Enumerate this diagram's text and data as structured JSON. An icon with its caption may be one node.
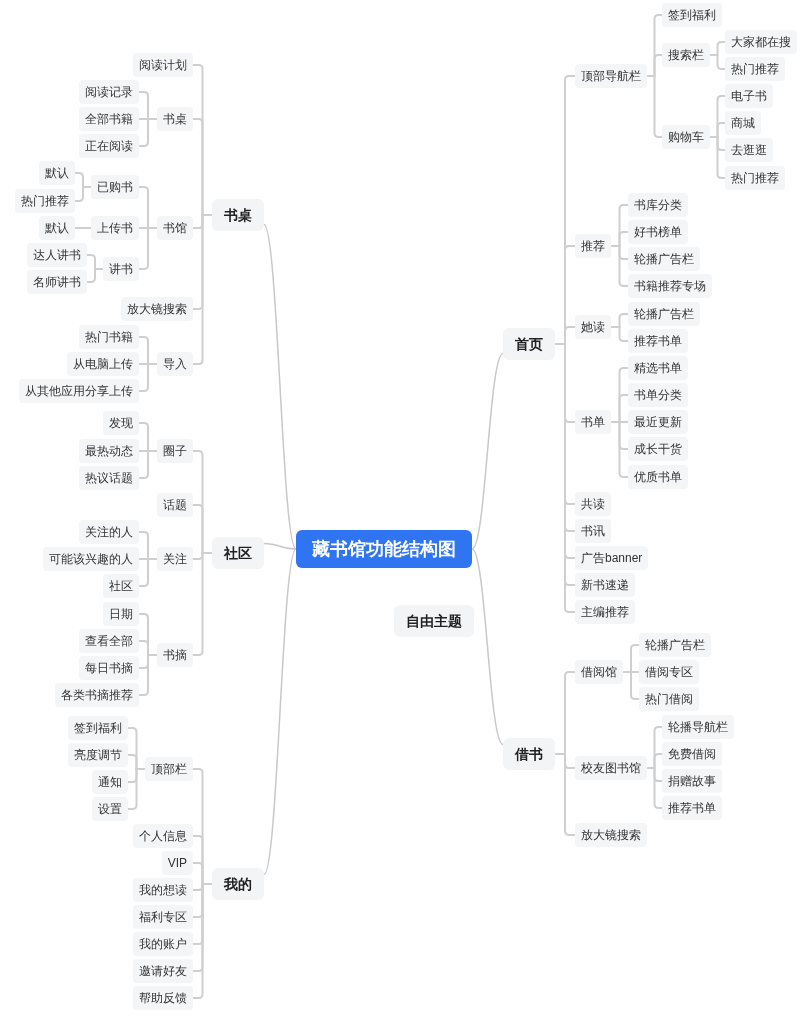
{
  "diagram": {
    "nodes": [
      {
        "text": [
          "藏书馆功能结构图"
        ]
      },
      {
        "text": [
          "书桌"
        ]
      },
      {
        "text": [
          "阅读计划"
        ]
      },
      {
        "text": [
          "书桌"
        ]
      },
      {
        "text": [
          "阅读记录"
        ]
      },
      {
        "text": [
          "全部书籍"
        ]
      },
      {
        "text": [
          "正在阅读"
        ]
      },
      {
        "text": [
          "书馆"
        ]
      },
      {
        "text": [
          "已购书"
        ]
      },
      {
        "text": [
          "默认"
        ]
      },
      {
        "text": [
          "热门推荐"
        ]
      },
      {
        "text": [
          "上传书"
        ]
      },
      {
        "text": [
          "默认"
        ]
      },
      {
        "text": [
          "讲书"
        ]
      },
      {
        "text": [
          "达人讲书"
        ]
      },
      {
        "text": [
          "名师讲书"
        ]
      },
      {
        "text": [
          "放大镜搜索"
        ]
      },
      {
        "text": [
          "导入"
        ]
      },
      {
        "text": [
          "热门书籍"
        ]
      },
      {
        "text": [
          "从电脑上传"
        ]
      },
      {
        "text": [
          "从其他应用分享上传"
        ]
      },
      {
        "text": [
          "社区"
        ]
      },
      {
        "text": [
          "圈子"
        ]
      },
      {
        "text": [
          "发现"
        ]
      },
      {
        "text": [
          "最热动态"
        ]
      },
      {
        "text": [
          "热议话题"
        ]
      },
      {
        "text": [
          "话题"
        ]
      },
      {
        "text": [
          "关注"
        ]
      },
      {
        "text": [
          "关注的人"
        ]
      },
      {
        "text": [
          "可能该兴趣的人"
        ]
      },
      {
        "text": [
          "社区"
        ]
      },
      {
        "text": [
          "书摘"
        ]
      },
      {
        "text": [
          "日期"
        ]
      },
      {
        "text": [
          "查看全部"
        ]
      },
      {
        "text": [
          "每日书摘"
        ]
      },
      {
        "text": [
          "各类书摘推荐"
        ]
      },
      {
        "text": [
          "我的"
        ]
      },
      {
        "text": [
          "顶部栏"
        ]
      },
      {
        "text": [
          "签到福利"
        ]
      },
      {
        "text": [
          "亮度调节"
        ]
      },
      {
        "text": [
          "通知"
        ]
      },
      {
        "text": [
          "设置"
        ]
      },
      {
        "text": [
          "个人信息"
        ]
      },
      {
        "text": [
          "VIP"
        ]
      },
      {
        "text": [
          "我的想读"
        ]
      },
      {
        "text": [
          "福利专区"
        ]
      },
      {
        "text": [
          "我的账户"
        ]
      },
      {
        "text": [
          "邀请好友"
        ]
      },
      {
        "text": [
          "帮助反馈"
        ]
      },
      {
        "text": [
          "首页"
        ]
      },
      {
        "text": [
          "顶部导航栏"
        ]
      },
      {
        "text": [
          "签到福利"
        ]
      },
      {
        "text": [
          "搜索栏"
        ]
      },
      {
        "text": [
          "大家都在搜"
        ]
      },
      {
        "text": [
          "热门推荐"
        ]
      },
      {
        "text": [
          "购物车"
        ]
      },
      {
        "text": [
          "电子书"
        ]
      },
      {
        "text": [
          "商城"
        ]
      },
      {
        "text": [
          "去逛逛"
        ]
      },
      {
        "text": [
          "热门推荐"
        ]
      },
      {
        "text": [
          "推荐"
        ]
      },
      {
        "text": [
          "书库分类"
        ]
      },
      {
        "text": [
          "好书榜单"
        ]
      },
      {
        "text": [
          "轮播广告栏"
        ]
      },
      {
        "text": [
          "书籍推荐专场"
        ]
      },
      {
        "text": [
          "她读"
        ]
      },
      {
        "text": [
          "轮播广告栏"
        ]
      },
      {
        "text": [
          "推荐书单"
        ]
      },
      {
        "text": [
          "书单"
        ]
      },
      {
        "text": [
          "精选书单"
        ]
      },
      {
        "text": [
          "书单分类"
        ]
      },
      {
        "text": [
          "最近更新"
        ]
      },
      {
        "text": [
          "成长干货"
        ]
      },
      {
        "text": [
          "优质书单"
        ]
      },
      {
        "text": [
          "共读"
        ]
      },
      {
        "text": [
          "书讯"
        ]
      },
      {
        "text": [
          "广告banner"
        ]
      },
      {
        "text": [
          "新书速递"
        ]
      },
      {
        "text": [
          "主编推荐"
        ]
      },
      {
        "text": [
          "自由主题"
        ]
      },
      {
        "text": [
          "借书"
        ]
      },
      {
        "text": [
          "借阅馆"
        ]
      },
      {
        "text": [
          "轮播广告栏"
        ]
      },
      {
        "text": [
          "借阅专区"
        ]
      },
      {
        "text": [
          "热门借阅"
        ]
      },
      {
        "text": [
          "校友图书馆"
        ]
      },
      {
        "text": [
          "轮播导航栏"
        ]
      },
      {
        "text": [
          "免费借阅"
        ]
      },
      {
        "text": [
          "捐赠故事"
        ]
      },
      {
        "text": [
          "推荐书单"
        ]
      },
      {
        "text": [
          "放大镜搜索"
        ]
      }
    ],
    "edges": [
      {
        "from": 0,
        "to": 1,
        "arrow": "none"
      },
      {
        "from": 1,
        "to": 2,
        "arrow": "none"
      },
      {
        "from": 1,
        "to": 3,
        "arrow": "none"
      },
      {
        "from": 3,
        "to": 4,
        "arrow": "none"
      },
      {
        "from": 3,
        "to": 5,
        "arrow": "none"
      },
      {
        "from": 3,
        "to": 6,
        "arrow": "none"
      },
      {
        "from": 1,
        "to": 7,
        "arrow": "none"
      },
      {
        "from": 7,
        "to": 8,
        "arrow": "none"
      },
      {
        "from": 8,
        "to": 9,
        "arrow": "none"
      },
      {
        "from": 8,
        "to": 10,
        "arrow": "none"
      },
      {
        "from": 7,
        "to": 11,
        "arrow": "none"
      },
      {
        "from": 11,
        "to": 12,
        "arrow": "none"
      },
      {
        "from": 7,
        "to": 13,
        "arrow": "none"
      },
      {
        "from": 13,
        "to": 14,
        "arrow": "none"
      },
      {
        "from": 13,
        "to": 15,
        "arrow": "none"
      },
      {
        "from": 1,
        "to": 16,
        "arrow": "none"
      },
      {
        "from": 1,
        "to": 17,
        "arrow": "none"
      },
      {
        "from": 17,
        "to": 18,
        "arrow": "none"
      },
      {
        "from": 17,
        "to": 19,
        "arrow": "none"
      },
      {
        "from": 17,
        "to": 20,
        "arrow": "none"
      },
      {
        "from": 0,
        "to": 21,
        "arrow": "none"
      },
      {
        "from": 21,
        "to": 22,
        "arrow": "none"
      },
      {
        "from": 22,
        "to": 23,
        "arrow": "none"
      },
      {
        "from": 22,
        "to": 24,
        "arrow": "none"
      },
      {
        "from": 22,
        "to": 25,
        "arrow": "none"
      },
      {
        "from": 21,
        "to": 26,
        "arrow": "none"
      },
      {
        "from": 21,
        "to": 27,
        "arrow": "none"
      },
      {
        "from": 27,
        "to": 28,
        "arrow": "none"
      },
      {
        "from": 27,
        "to": 29,
        "arrow": "none"
      },
      {
        "from": 27,
        "to": 30,
        "arrow": "none"
      },
      {
        "from": 21,
        "to": 31,
        "arrow": "none"
      },
      {
        "from": 31,
        "to": 32,
        "arrow": "none"
      },
      {
        "from": 31,
        "to": 33,
        "arrow": "none"
      },
      {
        "from": 31,
        "to": 34,
        "arrow": "none"
      },
      {
        "from": 31,
        "to": 35,
        "arrow": "none"
      },
      {
        "from": 0,
        "to": 36,
        "arrow": "none"
      },
      {
        "from": 36,
        "to": 37,
        "arrow": "none"
      },
      {
        "from": 37,
        "to": 38,
        "arrow": "none"
      },
      {
        "from": 37,
        "to": 39,
        "arrow": "none"
      },
      {
        "from": 37,
        "to": 40,
        "arrow": "none"
      },
      {
        "from": 37,
        "to": 41,
        "arrow": "none"
      },
      {
        "from": 36,
        "to": 42,
        "arrow": "none"
      },
      {
        "from": 36,
        "to": 43,
        "arrow": "none"
      },
      {
        "from": 36,
        "to": 44,
        "arrow": "none"
      },
      {
        "from": 36,
        "to": 45,
        "arrow": "none"
      },
      {
        "from": 36,
        "to": 46,
        "arrow": "none"
      },
      {
        "from": 36,
        "to": 47,
        "arrow": "none"
      },
      {
        "from": 36,
        "to": 48,
        "arrow": "none"
      },
      {
        "from": 0,
        "to": 49,
        "arrow": "none"
      },
      {
        "from": 49,
        "to": 50,
        "arrow": "none"
      },
      {
        "from": 50,
        "to": 51,
        "arrow": "none"
      },
      {
        "from": 50,
        "to": 52,
        "arrow": "none"
      },
      {
        "from": 52,
        "to": 53,
        "arrow": "none"
      },
      {
        "from": 52,
        "to": 54,
        "arrow": "none"
      },
      {
        "from": 50,
        "to": 55,
        "arrow": "none"
      },
      {
        "from": 55,
        "to": 56,
        "arrow": "none"
      },
      {
        "from": 55,
        "to": 57,
        "arrow": "none"
      },
      {
        "from": 55,
        "to": 58,
        "arrow": "none"
      },
      {
        "from": 55,
        "to": 59,
        "arrow": "none"
      },
      {
        "from": 49,
        "to": 60,
        "arrow": "none"
      },
      {
        "from": 60,
        "to": 61,
        "arrow": "none"
      },
      {
        "from": 60,
        "to": 62,
        "arrow": "none"
      },
      {
        "from": 60,
        "to": 63,
        "arrow": "none"
      },
      {
        "from": 60,
        "to": 64,
        "arrow": "none"
      },
      {
        "from": 49,
        "to": 65,
        "arrow": "none"
      },
      {
        "from": 65,
        "to": 66,
        "arrow": "none"
      },
      {
        "from": 65,
        "to": 67,
        "arrow": "none"
      },
      {
        "from": 49,
        "to": 68,
        "arrow": "none"
      },
      {
        "from": 68,
        "to": 69,
        "arrow": "none"
      },
      {
        "from": 68,
        "to": 70,
        "arrow": "none"
      },
      {
        "from": 68,
        "to": 71,
        "arrow": "none"
      },
      {
        "from": 68,
        "to": 72,
        "arrow": "none"
      },
      {
        "from": 68,
        "to": 73,
        "arrow": "none"
      },
      {
        "from": 49,
        "to": 74,
        "arrow": "none"
      },
      {
        "from": 49,
        "to": 75,
        "arrow": "none"
      },
      {
        "from": 49,
        "to": 76,
        "arrow": "none"
      },
      {
        "from": 49,
        "to": 77,
        "arrow": "none"
      },
      {
        "from": 49,
        "to": 78,
        "arrow": "none"
      },
      {
        "from": 0,
        "to": 80,
        "arrow": "none"
      },
      {
        "from": 80,
        "to": 81,
        "arrow": "none"
      },
      {
        "from": 81,
        "to": 82,
        "arrow": "none"
      },
      {
        "from": 81,
        "to": 83,
        "arrow": "none"
      },
      {
        "from": 81,
        "to": 84,
        "arrow": "none"
      },
      {
        "from": 80,
        "to": 85,
        "arrow": "none"
      },
      {
        "from": 85,
        "to": 86,
        "arrow": "none"
      },
      {
        "from": 85,
        "to": 87,
        "arrow": "none"
      },
      {
        "from": 85,
        "to": 88,
        "arrow": "none"
      },
      {
        "from": 85,
        "to": 89,
        "arrow": "none"
      },
      {
        "from": 80,
        "to": 90,
        "arrow": "none"
      }
    ]
  }
}
